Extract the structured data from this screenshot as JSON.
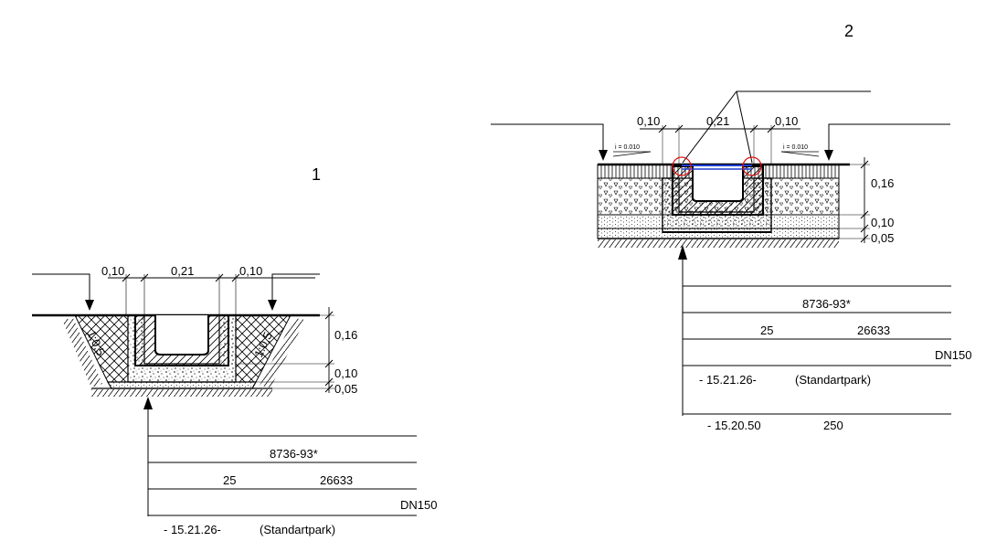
{
  "drawing_1": {
    "number": "1",
    "dim_left": "0,10",
    "dim_mid": "0,21",
    "dim_right": "0,10",
    "slope_left": "1:0,5",
    "slope_right": "1:0,5",
    "height_top": "0,16",
    "height_mid": "0,10",
    "height_bot": "0,05",
    "table": {
      "row1": "8736-93*",
      "row2_a": "25",
      "row2_b": "26633",
      "row3": "DN150",
      "row4_a": "- 15.21.26-",
      "row4_b": "(Standartpark)"
    }
  },
  "drawing_2": {
    "number": "2",
    "dim_left": "0,10",
    "dim_mid": "0,21",
    "dim_right": "0,10",
    "slope_left": "i = 0.010",
    "slope_right": "i = 0.010",
    "height_top": "0,16",
    "height_mid": "0,10",
    "height_bot": "0,05",
    "table": {
      "row1": "8736-93*",
      "row2_a": "25",
      "row2_b": "26633",
      "row3": "DN150",
      "row4_a": "- 15.21.26-",
      "row4_b": "(Standartpark)",
      "row5_a": "- 15.20.50",
      "row5_b": "250"
    }
  },
  "colors": {
    "line": "#000000",
    "grate": "#1f3fd1",
    "marker": "#e01010"
  }
}
